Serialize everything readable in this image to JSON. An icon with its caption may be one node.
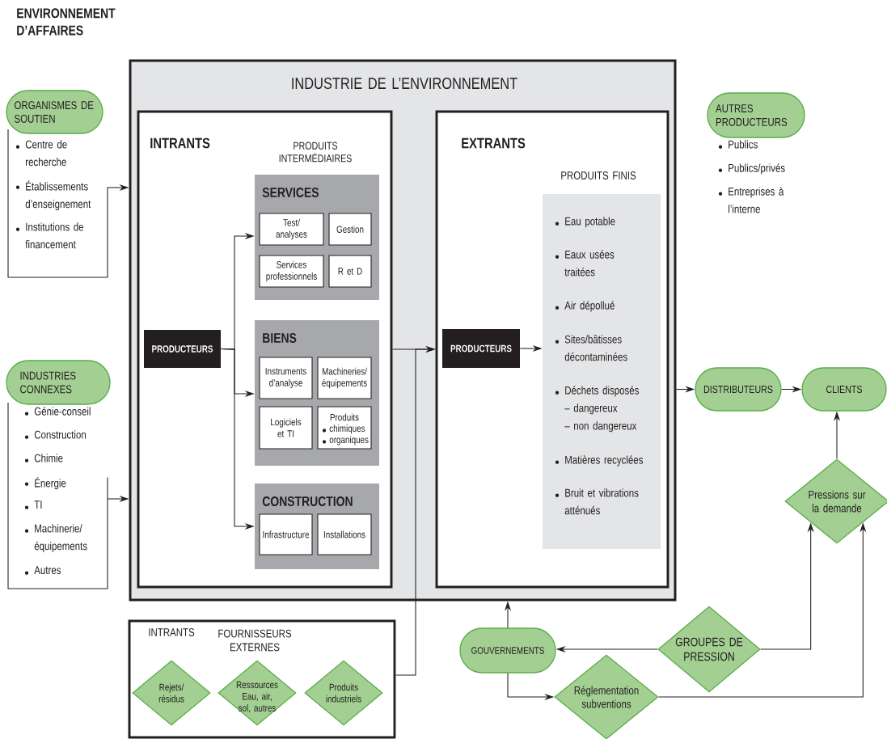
{
  "diagram": {
    "title": "ENVIRONNEMENT D’AFFAIRES",
    "nodes": [
      {
        "text": [
          "INDUSTRIE DE L’ENVIRONNEMENT"
        ]
      },
      {
        "text": [
          "INTRANTS",
          "PRODUITS INTERMÉDIAIRES"
        ],
        "in": 0
      },
      {
        "text": [
          "PRODUCTEURS"
        ],
        "in": 1
      },
      {
        "text": [
          "SERVICES"
        ],
        "in": 1
      },
      {
        "text": [
          "Test/ analyses"
        ],
        "in": 3
      },
      {
        "text": [
          "Gestion"
        ],
        "in": 3
      },
      {
        "text": [
          "Services professionnels"
        ],
        "in": 3
      },
      {
        "text": [
          "R et D"
        ],
        "in": 3
      },
      {
        "text": [
          "BIENS"
        ],
        "in": 1
      },
      {
        "text": [
          "Instruments d’analyse"
        ],
        "in": 8
      },
      {
        "text": [
          "Machineries/ équipements"
        ],
        "in": 8
      },
      {
        "text": [
          "Logiciels et TI"
        ],
        "in": 8
      },
      {
        "text": [
          "Produits",
          "chimiques",
          "organiques"
        ],
        "in": 8
      },
      {
        "text": [
          "CONSTRUCTION"
        ],
        "in": 1
      },
      {
        "text": [
          "Infrastructure"
        ],
        "in": 13
      },
      {
        "text": [
          "Installations"
        ],
        "in": 13
      },
      {
        "text": [
          "EXTRANTS"
        ],
        "in": 0
      },
      {
        "text": [
          "PRODUCTEURS"
        ],
        "in": 16
      },
      {
        "text": [
          "PRODUITS FINIS",
          "Eau potable",
          "Eaux usées traitées",
          "Air dépollué",
          "Sites/bâtisses décontaminées",
          "Déchets disposés",
          "– dangereux",
          "– non dangereux",
          "Matières recyclées",
          "Bruit et vibrations atténués"
        ],
        "in": 16
      },
      {
        "text": [
          "ORGANISMES DE SOUTIEN"
        ]
      },
      {
        "text": [
          "Centre de recherche",
          "Établissements d’enseignement",
          "Institutions de financement"
        ]
      },
      {
        "text": [
          "INDUSTRIES CONNEXES"
        ]
      },
      {
        "text": [
          "Génie-conseil",
          "Construction",
          "Chimie",
          "Énergie",
          "TI",
          "Machinerie/ équipements",
          "Autres"
        ]
      },
      {
        "text": [
          "AUTRES PRODUCTEURS",
          "Publics",
          "Publics/privés",
          "Entreprises à l’interne"
        ]
      },
      {
        "text": [
          "DISTRIBUTEURS"
        ]
      },
      {
        "text": [
          "CLIENTS"
        ]
      },
      {
        "text": [
          "Pressions sur la demande"
        ]
      },
      {
        "text": [
          "INTRANTS",
          "FOURNISSEURS EXTERNES"
        ]
      },
      {
        "text": [
          "Rejets/ résidus"
        ],
        "in": 27
      },
      {
        "text": [
          "Ressources",
          "Eau, air, sol, autres"
        ],
        "in": 27
      },
      {
        "text": [
          "Produits industriels"
        ],
        "in": 27
      },
      {
        "text": [
          "GOUVERNEMENTS"
        ]
      },
      {
        "text": [
          "GROUPES DE PRESSION"
        ]
      },
      {
        "text": [
          "Réglementation subventions"
        ]
      }
    ],
    "edges": [
      {
        "from": 20,
        "to": 0,
        "arrow": "to"
      },
      {
        "from": 22,
        "to": 0,
        "arrow": "to"
      },
      {
        "from": 2,
        "to": 3,
        "arrow": "to"
      },
      {
        "from": 2,
        "to": 8,
        "arrow": "to"
      },
      {
        "from": 2,
        "to": 13,
        "arrow": "to"
      },
      {
        "from": 1,
        "to": 16,
        "arrow": "to"
      },
      {
        "from": 27,
        "to": 16,
        "arrow": "to"
      },
      {
        "from": 17,
        "to": 18,
        "arrow": "to"
      },
      {
        "from": 0,
        "to": 24,
        "arrow": "to"
      },
      {
        "from": 24,
        "to": 25,
        "arrow": "to"
      },
      {
        "from": 26,
        "to": 25,
        "arrow": "to"
      },
      {
        "from": 32,
        "to": 31,
        "arrow": "to"
      },
      {
        "from": 32,
        "to": 26,
        "arrow": "to"
      },
      {
        "from": 33,
        "to": 26,
        "arrow": "to"
      },
      {
        "from": 31,
        "to": 0,
        "arrow": "to"
      },
      {
        "from": 31,
        "to": 33,
        "arrow": "to"
      }
    ]
  }
}
